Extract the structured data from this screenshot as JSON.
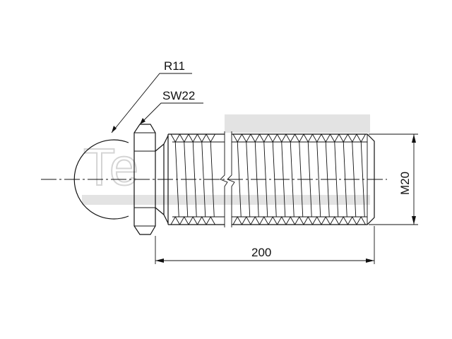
{
  "labels": {
    "radius": "R11",
    "wrench_size": "SW22",
    "length": "200",
    "thread": "M20"
  },
  "watermark": {
    "text": "Te",
    "color": "#d9d9d9"
  },
  "line_color": "#111111",
  "background": "#ffffff"
}
